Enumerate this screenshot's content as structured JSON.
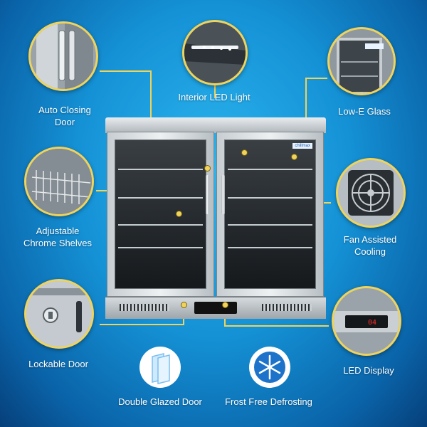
{
  "features": {
    "auto_closing": "Auto Closing\nDoor",
    "interior_led": "Interior LED Light",
    "low_e_glass": "Low-E Glass",
    "adjustable_shelves": "Adjustable\nChrome Shelves",
    "fan_cooling": "Fan Assisted\nCooling",
    "lockable": "Lockable Door",
    "led_display": "LED Display",
    "double_glazed": "Double Glazed Door",
    "frost_free": "Frost Free Defrosting"
  },
  "brand": {
    "name": "chillmax"
  },
  "display": {
    "reading": "04"
  },
  "colors": {
    "accent": "#f0d35a",
    "background": "#1592d6"
  }
}
